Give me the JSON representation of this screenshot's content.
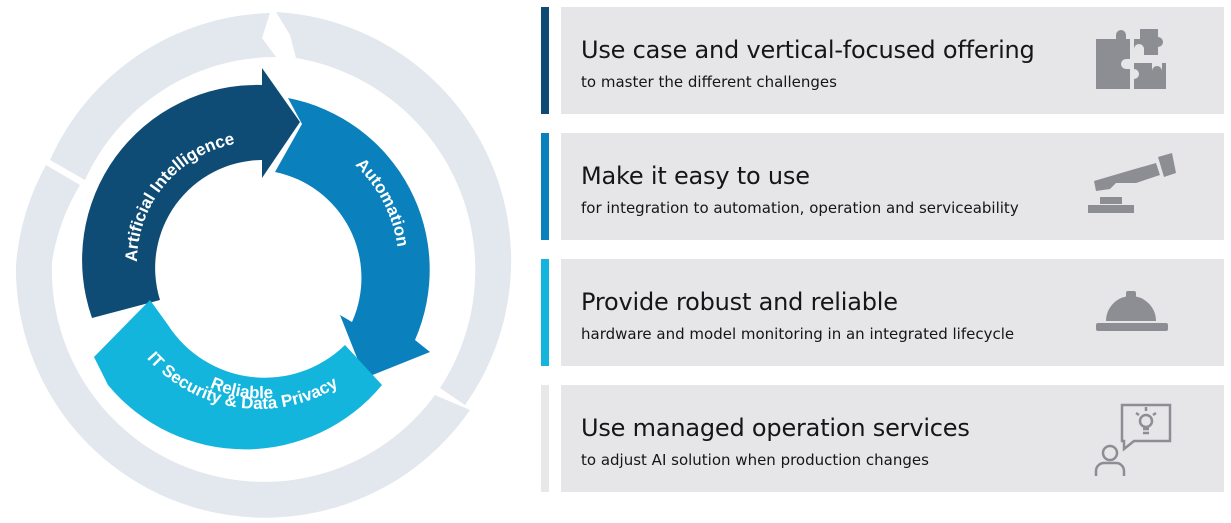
{
  "cycle": {
    "segments": [
      {
        "label": "Artificial Intelligence",
        "color": "#0f4c75"
      },
      {
        "label": "Automation",
        "color": "#0a80bc"
      },
      {
        "label_line1": "Reliable",
        "label_line2": "IT Security & Data Privacy",
        "color": "#13b5dc"
      }
    ],
    "outer_ring_color": "#e3e7ee"
  },
  "rows": [
    {
      "title": "Use case and vertical-focused offering",
      "subtitle": "to master the different challenges",
      "bar_color": "#0f4c75",
      "icon": "puzzle-icon"
    },
    {
      "title": "Make it easy to use",
      "subtitle": "for integration to automation, operation and serviceability",
      "bar_color": "#0a80bc",
      "icon": "hand-press-button-icon"
    },
    {
      "title": "Provide robust and reliable",
      "subtitle": "hardware and model monitoring in an integrated lifecycle",
      "bar_color": "#13b5dc",
      "icon": "hard-hat-icon"
    },
    {
      "title": "Use managed operation services",
      "subtitle": "to adjust AI solution when production changes",
      "bar_color": "#e8e8eb",
      "icon": "person-idea-icon"
    }
  ],
  "icon_color": "#8d8d94"
}
